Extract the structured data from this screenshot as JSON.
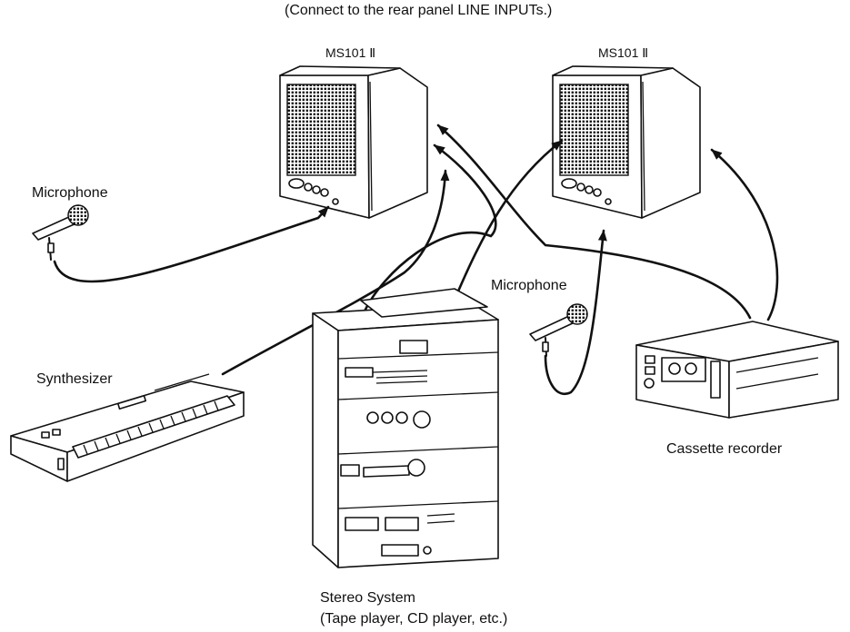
{
  "header": {
    "note": "(Connect to the rear panel LINE INPUTs.)"
  },
  "speakers": [
    {
      "label": "MS101 Ⅱ"
    },
    {
      "label": "MS101 Ⅱ"
    }
  ],
  "devices": {
    "microphone_left": "Microphone",
    "microphone_center": "Microphone",
    "synthesizer": "Synthesizer",
    "cassette_recorder": "Cassette recorder",
    "stereo_system": "Stereo System",
    "stereo_system_detail": "(Tape player, CD player, etc.)"
  }
}
